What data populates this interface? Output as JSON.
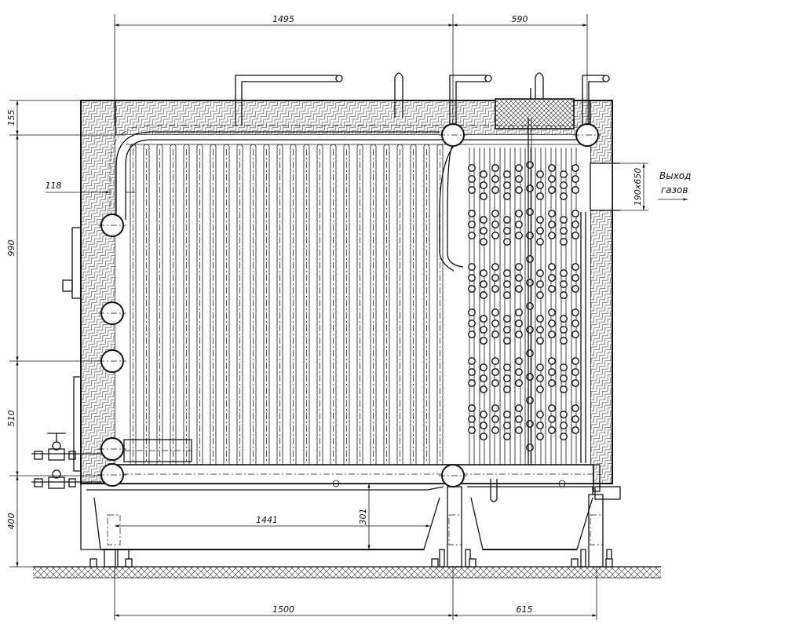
{
  "dimensions": {
    "top_left": "1495",
    "top_right": "590",
    "left_155": "155",
    "left_990": "990",
    "left_510": "510",
    "left_400": "400",
    "wall_118": "118",
    "inner_1441": "1441",
    "inner_301": "301",
    "bottom_left": "1500",
    "bottom_right": "615",
    "outlet_size": "190х650"
  },
  "labels": {
    "outlet_line1": "Выход",
    "outlet_line2": "газов"
  }
}
